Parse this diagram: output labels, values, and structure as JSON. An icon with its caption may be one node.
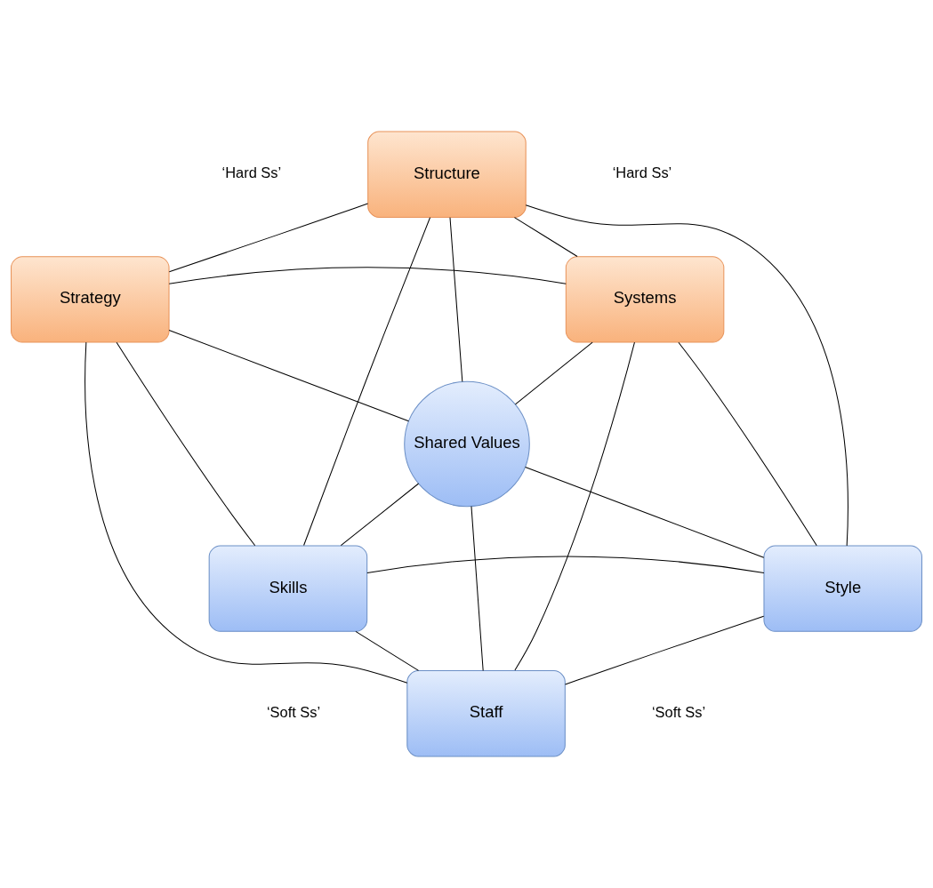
{
  "diagram": {
    "nodes": [
      {
        "text": [
          "Structure"
        ]
      },
      {
        "text": [
          "Strategy"
        ]
      },
      {
        "text": [
          "Systems"
        ]
      },
      {
        "text": [
          "Shared Values"
        ]
      },
      {
        "text": [
          "Skills"
        ]
      },
      {
        "text": [
          "Style"
        ]
      },
      {
        "text": [
          "Staff"
        ]
      }
    ],
    "edges": [
      {
        "from": 0,
        "to": 1,
        "arrow": "none"
      },
      {
        "from": 0,
        "to": 2,
        "arrow": "none"
      },
      {
        "from": 0,
        "to": 3,
        "arrow": "none"
      },
      {
        "from": 0,
        "to": 4,
        "arrow": "none"
      },
      {
        "from": 0,
        "to": 5,
        "arrow": "none"
      },
      {
        "from": 1,
        "to": 2,
        "arrow": "none"
      },
      {
        "from": 1,
        "to": 3,
        "arrow": "none"
      },
      {
        "from": 1,
        "to": 4,
        "arrow": "none"
      },
      {
        "from": 1,
        "to": 6,
        "arrow": "none"
      },
      {
        "from": 2,
        "to": 3,
        "arrow": "none"
      },
      {
        "from": 2,
        "to": 5,
        "arrow": "none"
      },
      {
        "from": 2,
        "to": 6,
        "arrow": "none"
      },
      {
        "from": 3,
        "to": 4,
        "arrow": "none"
      },
      {
        "from": 3,
        "to": 5,
        "arrow": "none"
      },
      {
        "from": 3,
        "to": 6,
        "arrow": "none"
      },
      {
        "from": 4,
        "to": 5,
        "arrow": "none"
      },
      {
        "from": 4,
        "to": 6,
        "arrow": "none"
      },
      {
        "from": 5,
        "to": 6,
        "arrow": "none"
      }
    ],
    "labels": [
      "‘Hard Ss’",
      "‘Hard Ss’",
      "‘Soft Ss’",
      "‘Soft Ss’"
    ]
  }
}
